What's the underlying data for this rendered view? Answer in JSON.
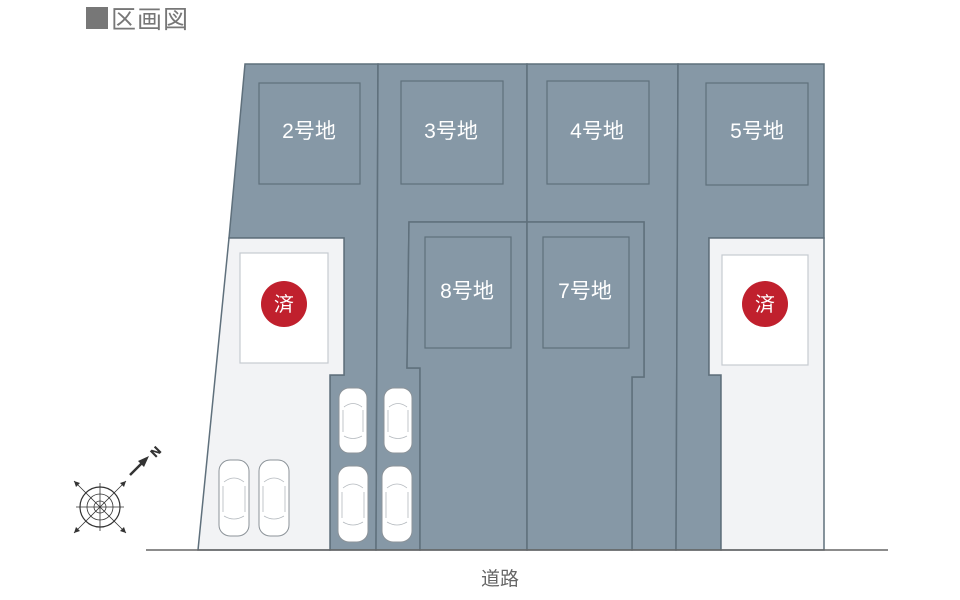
{
  "title": "区画図",
  "road_label": "道路",
  "lots": [
    {
      "id": "2",
      "label": "2号地"
    },
    {
      "id": "3",
      "label": "3号地"
    },
    {
      "id": "4",
      "label": "4号地"
    },
    {
      "id": "5",
      "label": "5号地"
    },
    {
      "id": "8",
      "label": "8号地"
    },
    {
      "id": "7",
      "label": "7号地"
    }
  ],
  "sold_marks": [
    {
      "id": "left",
      "text": "済"
    },
    {
      "id": "right",
      "text": "済"
    }
  ],
  "compass_letter": "N",
  "colors": {
    "lot_fill": "#8698a6",
    "lot_outline": "#5f707c",
    "sold_fill": "#f2f3f5",
    "sold_badge": "#c0202d",
    "title": "#777777"
  }
}
